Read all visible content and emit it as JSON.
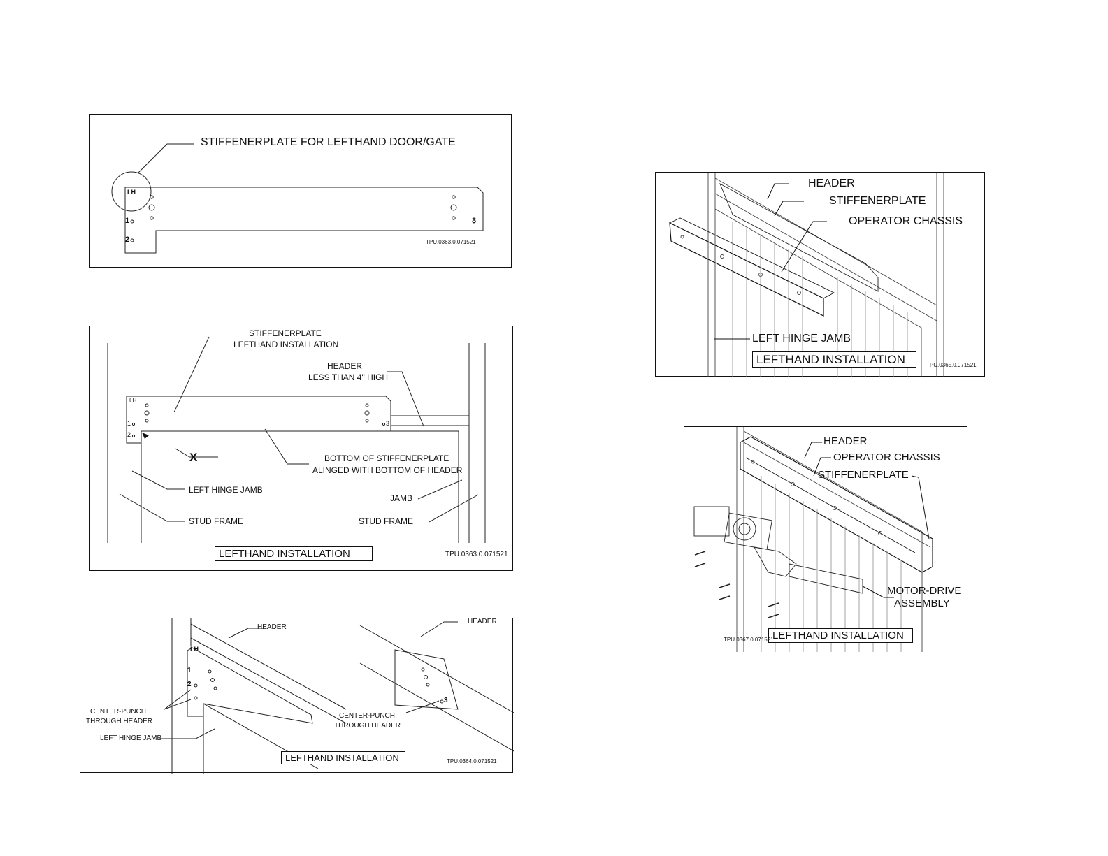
{
  "panel1": {
    "title": "STIFFENERPLATE FOR LEFTHAND DOOR/GATE",
    "lh": "LH",
    "h1": "1",
    "h2": "2",
    "h3": "3",
    "ref": "TPU.0363.0.071521"
  },
  "panel2": {
    "stiff1": "STIFFENERPLATE",
    "stiff2": "LEFTHAND INSTALLATION",
    "header1": "HEADER",
    "header2": "LESS THAN 4\" HIGH",
    "lh": "LH",
    "h1": "1",
    "h2": "2",
    "h3": "3",
    "x": "X",
    "bottom1": "BOTTOM OF STIFFENERPLATE",
    "bottom2": "ALINGED WITH BOTTOM OF HEADER",
    "left_hinge": "LEFT HINGE JAMB",
    "stud_left": "STUD FRAME",
    "jamb": "JAMB",
    "stud_right": "STUD FRAME",
    "title": "LEFTHAND INSTALLATION",
    "ref": "TPU.0363.0.071521"
  },
  "panel3": {
    "header_left": "HEADER",
    "header_right": "HEADER",
    "lh": "LH",
    "h1": "1",
    "h2": "2",
    "h3": "3",
    "cp_left1": "CENTER-PUNCH",
    "cp_left2": "THROUGH HEADER",
    "cp_right1": "CENTER-PUNCH",
    "cp_right2": "THROUGH HEADER",
    "left_hinge": "LEFT HINGE JAMB",
    "title": "LEFTHAND INSTALLATION",
    "ref": "TPU.0364.0.071521"
  },
  "panel4": {
    "header": "HEADER",
    "stiff": "STIFFENERPLATE",
    "chassis": "OPERATOR CHASSIS",
    "left_hinge": "LEFT HINGE JAMB",
    "title": "LEFTHAND INSTALLATION",
    "ref": "TPU.0365.0.071521"
  },
  "panel5": {
    "header": "HEADER",
    "chassis": "OPERATOR CHASSIS",
    "stiff": "STIFFENERPLATE",
    "motor1": "MOTOR-DRIVE",
    "motor2": "ASSEMBLY",
    "title": "LEFTHAND INSTALLATION",
    "ref": "TPU.0367.0.071521"
  }
}
